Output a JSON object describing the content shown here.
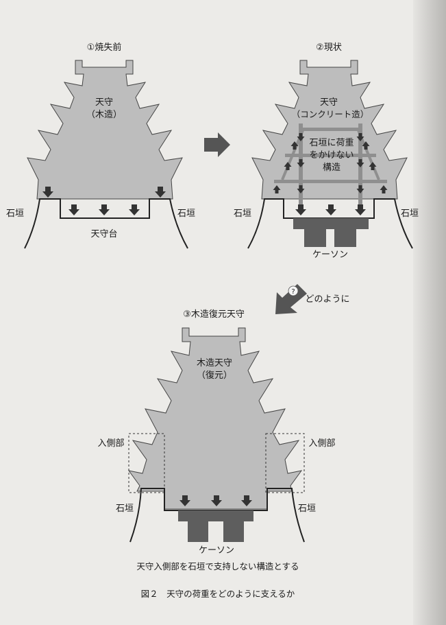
{
  "panels": {
    "p1": {
      "title": "①焼失前",
      "tower_line1": "天守",
      "tower_line2": "（木造）",
      "wall_left": "石垣",
      "wall_right": "石垣",
      "base": "天守台"
    },
    "p2": {
      "title": "②現状",
      "tower_line1": "天守",
      "tower_line2": "（コンクリート造）",
      "note_line1": "石垣に荷重",
      "note_line2": "をかけない",
      "note_line3": "構造",
      "wall_left": "石垣",
      "wall_right": "石垣",
      "caisson": "ケーソン"
    },
    "p3": {
      "title": "③木造復元天守",
      "tower_line1": "木造天守",
      "tower_line2": "（復元）",
      "side_left": "入側部",
      "side_right": "入側部",
      "wall_left": "石垣",
      "wall_right": "石垣",
      "caisson": "ケーソン"
    }
  },
  "transition": {
    "question_mark": "?",
    "label": "どのように"
  },
  "caption": {
    "description": "天守入側部を石垣で支持しない構造とする",
    "figure": "図２　天守の荷重をどのように支えるか"
  },
  "colors": {
    "tower_fill": "#bdbdbd",
    "caisson_fill": "#5e5e5e",
    "arrow_fill": "#333333",
    "frame_fill": "#8f8f8f",
    "background": "#ecebe8"
  }
}
